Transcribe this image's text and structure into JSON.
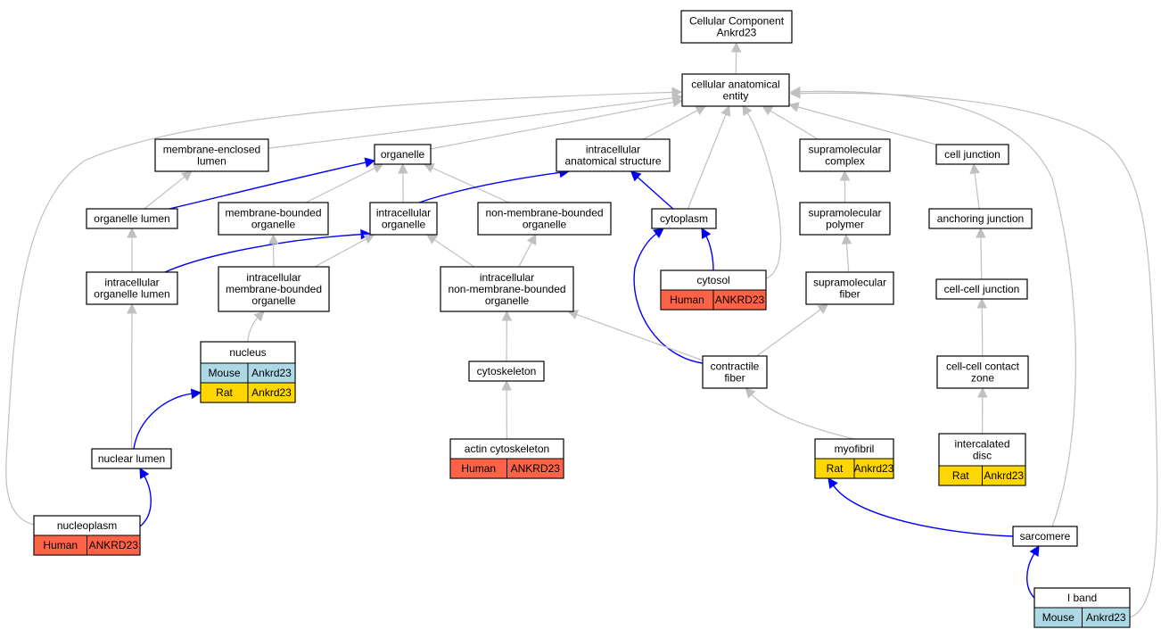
{
  "colors": {
    "Human": "#ff6347",
    "Mouse": "#add8e6",
    "Rat": "#ffd700",
    "edge_default": "#c0c0c0",
    "edge_annotated": "#0000ff"
  },
  "nodes": {
    "root": {
      "lines": [
        "Cellular Component",
        "Ankrd23"
      ]
    },
    "cae": {
      "lines": [
        "cellular anatomical",
        "entity"
      ]
    },
    "mel": {
      "lines": [
        "membrane-enclosed",
        "lumen"
      ]
    },
    "organelle": {
      "lines": [
        "organelle"
      ]
    },
    "ias": {
      "lines": [
        "intracellular",
        "anatomical structure"
      ]
    },
    "smc": {
      "lines": [
        "supramolecular",
        "complex"
      ]
    },
    "cj": {
      "lines": [
        "cell junction"
      ]
    },
    "ol": {
      "lines": [
        "organelle lumen"
      ]
    },
    "mbo": {
      "lines": [
        "membrane-bounded",
        "organelle"
      ]
    },
    "io": {
      "lines": [
        "intracellular",
        "organelle"
      ]
    },
    "nmbo": {
      "lines": [
        "non-membrane-bounded",
        "organelle"
      ]
    },
    "cyto": {
      "lines": [
        "cytoplasm"
      ]
    },
    "smp": {
      "lines": [
        "supramolecular",
        "polymer"
      ]
    },
    "aj": {
      "lines": [
        "anchoring junction"
      ]
    },
    "iol": {
      "lines": [
        "intracellular",
        "organelle lumen"
      ]
    },
    "imbo": {
      "lines": [
        "intracellular",
        "membrane-bounded",
        "organelle"
      ]
    },
    "inmbo": {
      "lines": [
        "intracellular",
        "non-membrane-bounded",
        "organelle"
      ]
    },
    "cytosol": {
      "lines": [
        "cytosol"
      ],
      "annotations": [
        [
          "Human",
          "ANKRD23"
        ]
      ]
    },
    "smf": {
      "lines": [
        "supramolecular",
        "fiber"
      ]
    },
    "ccj": {
      "lines": [
        "cell-cell junction"
      ]
    },
    "nucleus": {
      "lines": [
        "nucleus"
      ],
      "annotations": [
        [
          "Mouse",
          "Ankrd23"
        ],
        [
          "Rat",
          "Ankrd23"
        ]
      ]
    },
    "cytoskel": {
      "lines": [
        "cytoskeleton"
      ]
    },
    "cf": {
      "lines": [
        "contractile",
        "fiber"
      ]
    },
    "cccz": {
      "lines": [
        "cell-cell contact",
        "zone"
      ]
    },
    "nl": {
      "lines": [
        "nuclear lumen"
      ]
    },
    "acsk": {
      "lines": [
        "actin cytoskeleton"
      ],
      "annotations": [
        [
          "Human",
          "ANKRD23"
        ]
      ]
    },
    "myof": {
      "lines": [
        "myofibril"
      ],
      "annotations": [
        [
          "Rat",
          "Ankrd23"
        ]
      ]
    },
    "icd": {
      "lines": [
        "intercalated",
        "disc"
      ],
      "annotations": [
        [
          "Rat",
          "Ankrd23"
        ]
      ]
    },
    "nucleoplasm": {
      "lines": [
        "nucleoplasm"
      ],
      "annotations": [
        [
          "Human",
          "ANKRD23"
        ]
      ]
    },
    "sarc": {
      "lines": [
        "sarcomere"
      ]
    },
    "iband": {
      "lines": [
        "I band"
      ],
      "annotations": [
        [
          "Mouse",
          "Ankrd23"
        ]
      ]
    }
  },
  "edges": [
    {
      "from": "cae",
      "to": "root",
      "type": "gray"
    },
    {
      "from": "mel",
      "to": "cae",
      "type": "gray"
    },
    {
      "from": "organelle",
      "to": "cae",
      "type": "gray"
    },
    {
      "from": "ias",
      "to": "cae",
      "type": "gray"
    },
    {
      "from": "smc",
      "to": "cae",
      "type": "gray"
    },
    {
      "from": "cj",
      "to": "cae",
      "type": "gray"
    },
    {
      "from": "cyto",
      "to": "cae",
      "type": "gray"
    },
    {
      "from": "cytosol",
      "to": "cae",
      "type": "gray"
    },
    {
      "from": "nucleoplasm",
      "to": "cae",
      "type": "gray"
    },
    {
      "from": "sarc",
      "to": "cae",
      "type": "gray"
    },
    {
      "from": "iband",
      "to": "cae",
      "type": "gray"
    },
    {
      "from": "ol",
      "to": "mel",
      "type": "gray"
    },
    {
      "from": "ol",
      "to": "organelle",
      "type": "blue"
    },
    {
      "from": "mbo",
      "to": "organelle",
      "type": "gray"
    },
    {
      "from": "io",
      "to": "organelle",
      "type": "gray"
    },
    {
      "from": "nmbo",
      "to": "organelle",
      "type": "gray"
    },
    {
      "from": "io",
      "to": "ias",
      "type": "blue"
    },
    {
      "from": "cyto",
      "to": "ias",
      "type": "blue"
    },
    {
      "from": "smp",
      "to": "smc",
      "type": "gray"
    },
    {
      "from": "aj",
      "to": "cj",
      "type": "gray"
    },
    {
      "from": "iol",
      "to": "ol",
      "type": "gray"
    },
    {
      "from": "iol",
      "to": "io",
      "type": "blue"
    },
    {
      "from": "imbo",
      "to": "mbo",
      "type": "gray"
    },
    {
      "from": "imbo",
      "to": "io",
      "type": "gray"
    },
    {
      "from": "inmbo",
      "to": "io",
      "type": "gray"
    },
    {
      "from": "inmbo",
      "to": "nmbo",
      "type": "gray"
    },
    {
      "from": "cytosol",
      "to": "cyto",
      "type": "blue"
    },
    {
      "from": "cf",
      "to": "cyto",
      "type": "blue"
    },
    {
      "from": "smf",
      "to": "smp",
      "type": "gray"
    },
    {
      "from": "ccj",
      "to": "aj",
      "type": "gray"
    },
    {
      "from": "nucleus",
      "to": "imbo",
      "type": "gray"
    },
    {
      "from": "cytoskel",
      "to": "inmbo",
      "type": "gray"
    },
    {
      "from": "cf",
      "to": "inmbo",
      "type": "gray"
    },
    {
      "from": "cf",
      "to": "smf",
      "type": "gray"
    },
    {
      "from": "cccz",
      "to": "ccj",
      "type": "gray"
    },
    {
      "from": "nl",
      "to": "iol",
      "type": "gray"
    },
    {
      "from": "nl",
      "to": "nucleus",
      "type": "blue"
    },
    {
      "from": "acsk",
      "to": "cytoskel",
      "type": "gray"
    },
    {
      "from": "myof",
      "to": "cf",
      "type": "gray"
    },
    {
      "from": "icd",
      "to": "cccz",
      "type": "gray"
    },
    {
      "from": "nucleoplasm",
      "to": "nl",
      "type": "blue"
    },
    {
      "from": "sarc",
      "to": "myof",
      "type": "blue"
    },
    {
      "from": "iband",
      "to": "sarc",
      "type": "blue"
    }
  ]
}
